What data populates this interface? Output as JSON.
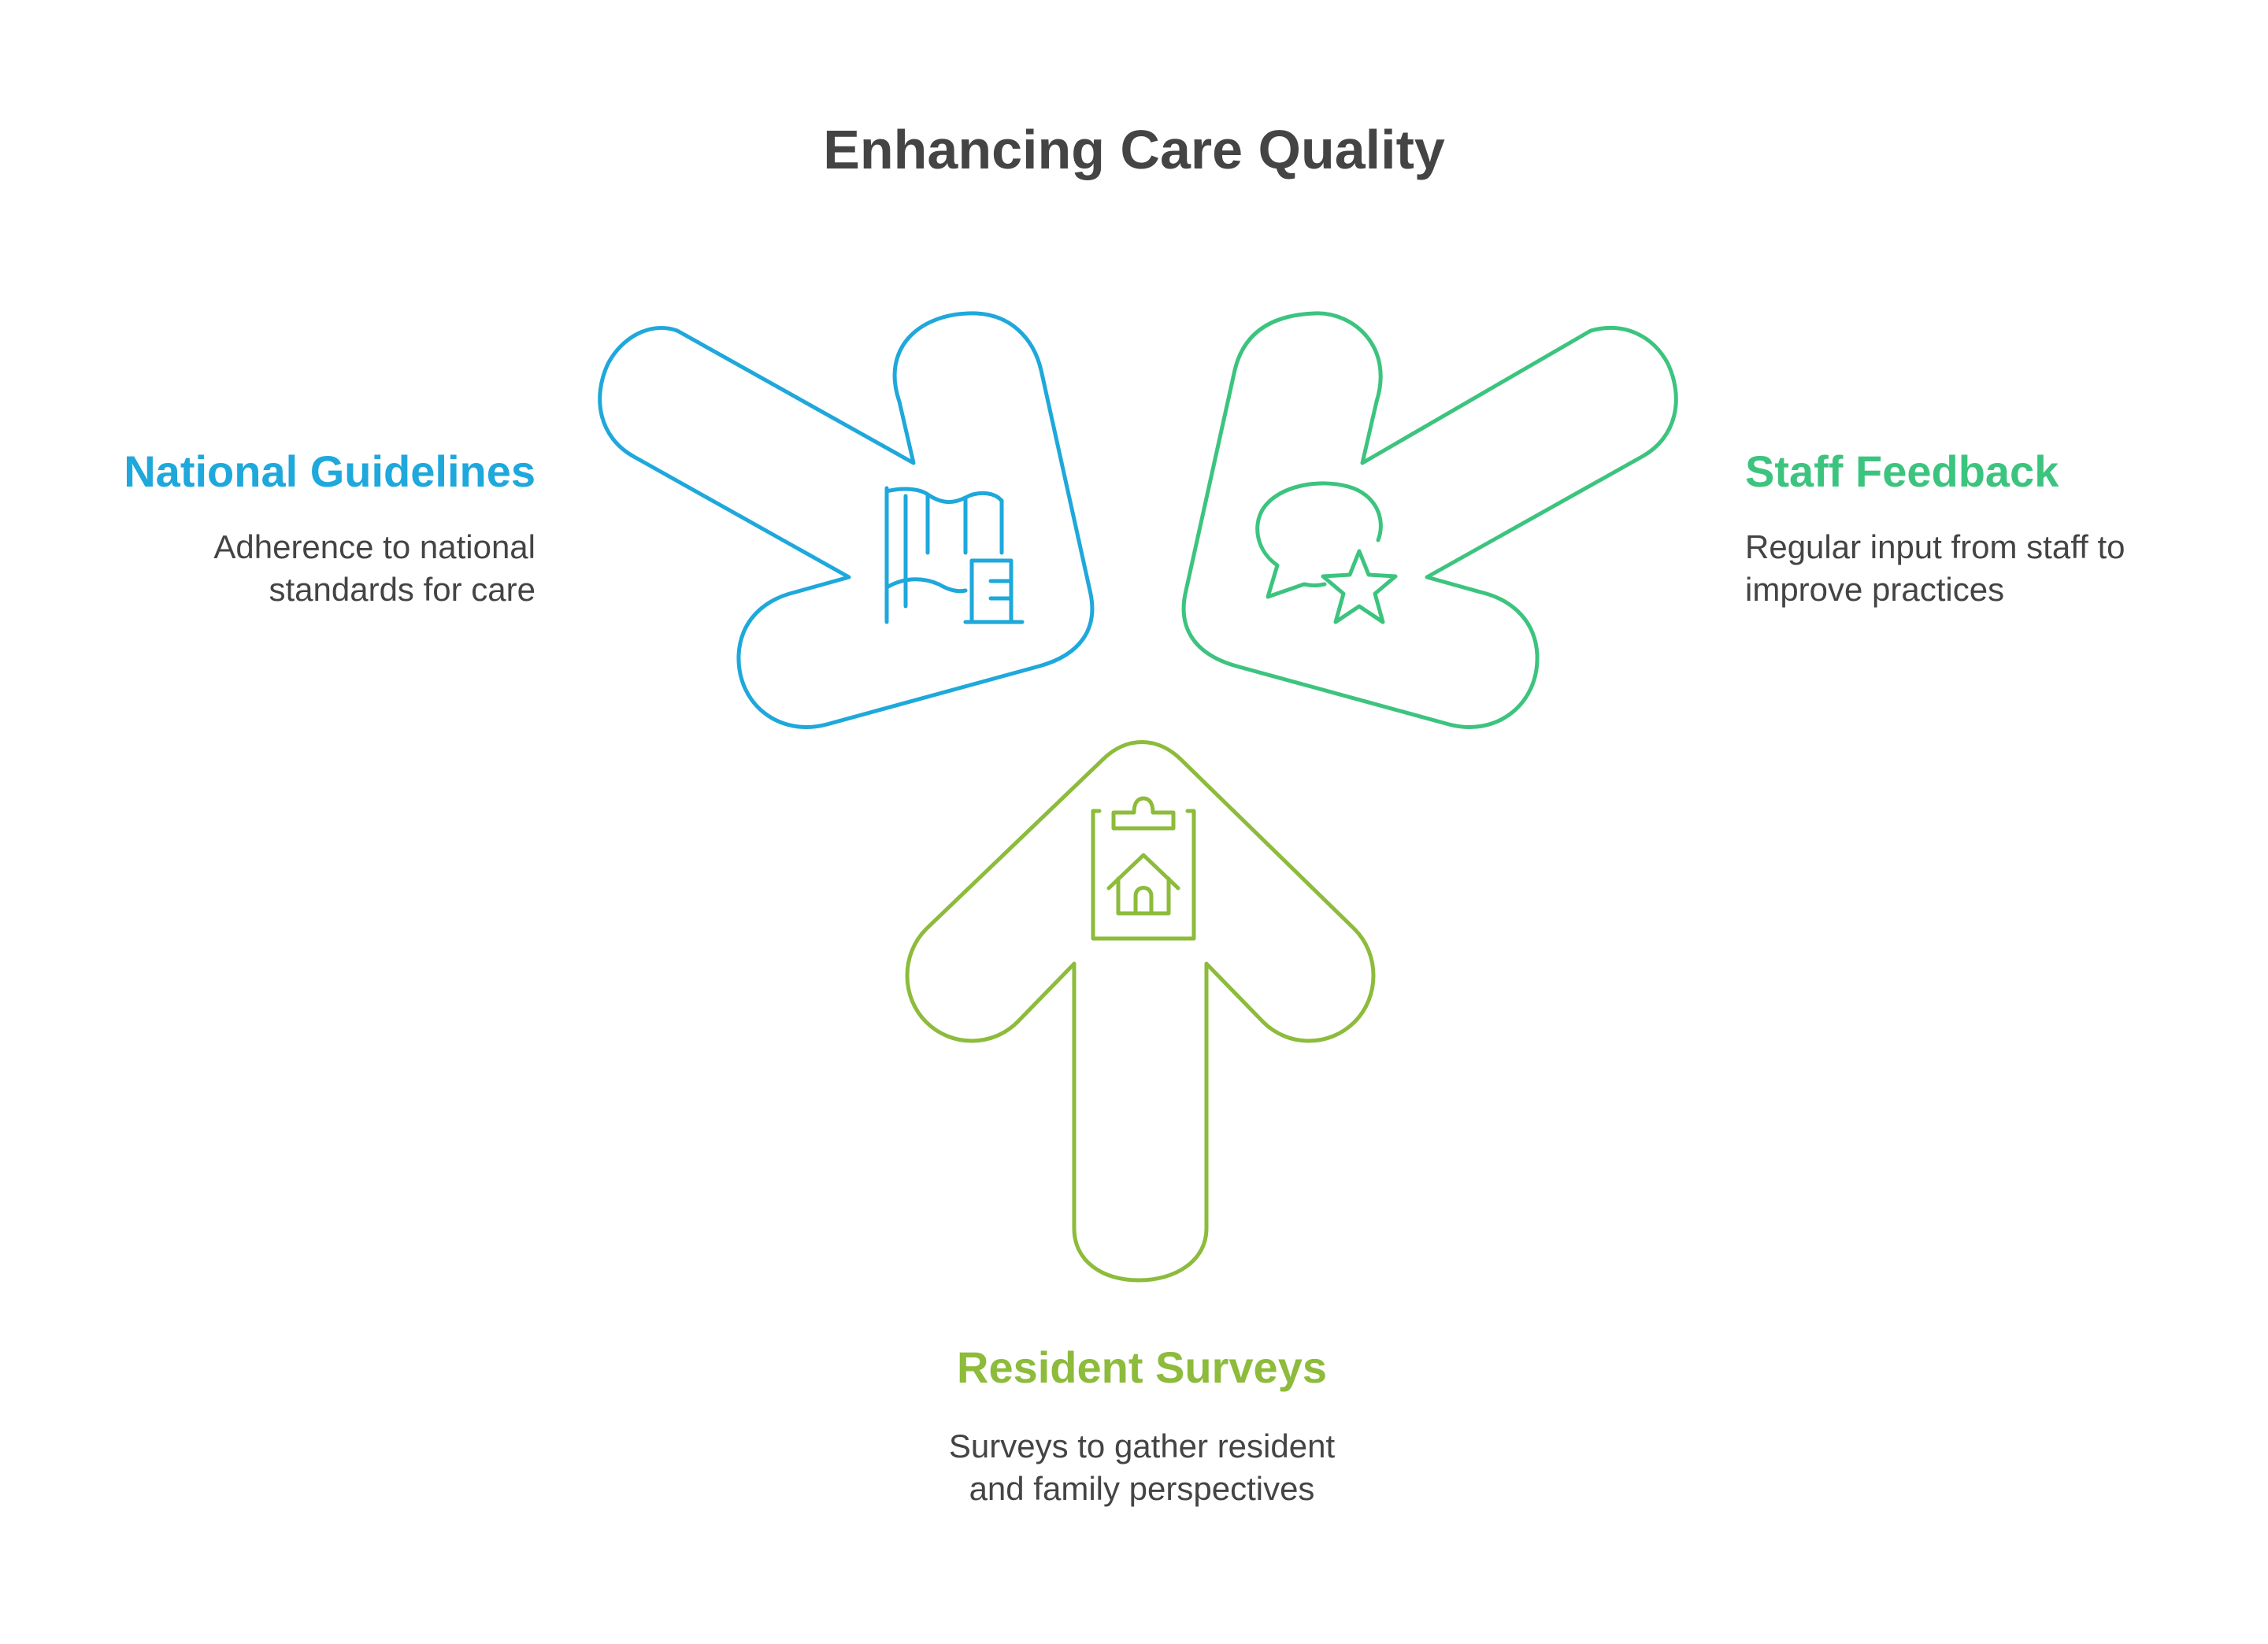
{
  "title": "Enhancing Care Quality",
  "items": [
    {
      "key": "national",
      "heading": "National Guidelines",
      "description_lines": [
        "Adherence to national",
        "standards for care"
      ],
      "color": "#1EA8DB",
      "icon": "map-ruler-icon"
    },
    {
      "key": "staff",
      "heading": "Staff Feedback",
      "description_lines": [
        "Regular input from staff to",
        "improve practices"
      ],
      "color": "#3CC47F",
      "icon": "chat-star-icon"
    },
    {
      "key": "resident",
      "heading": "Resident Surveys",
      "description_lines": [
        "Surveys to gather resident",
        "and family perspectives"
      ],
      "color": "#8DBB3B",
      "icon": "clipboard-house-icon"
    }
  ]
}
